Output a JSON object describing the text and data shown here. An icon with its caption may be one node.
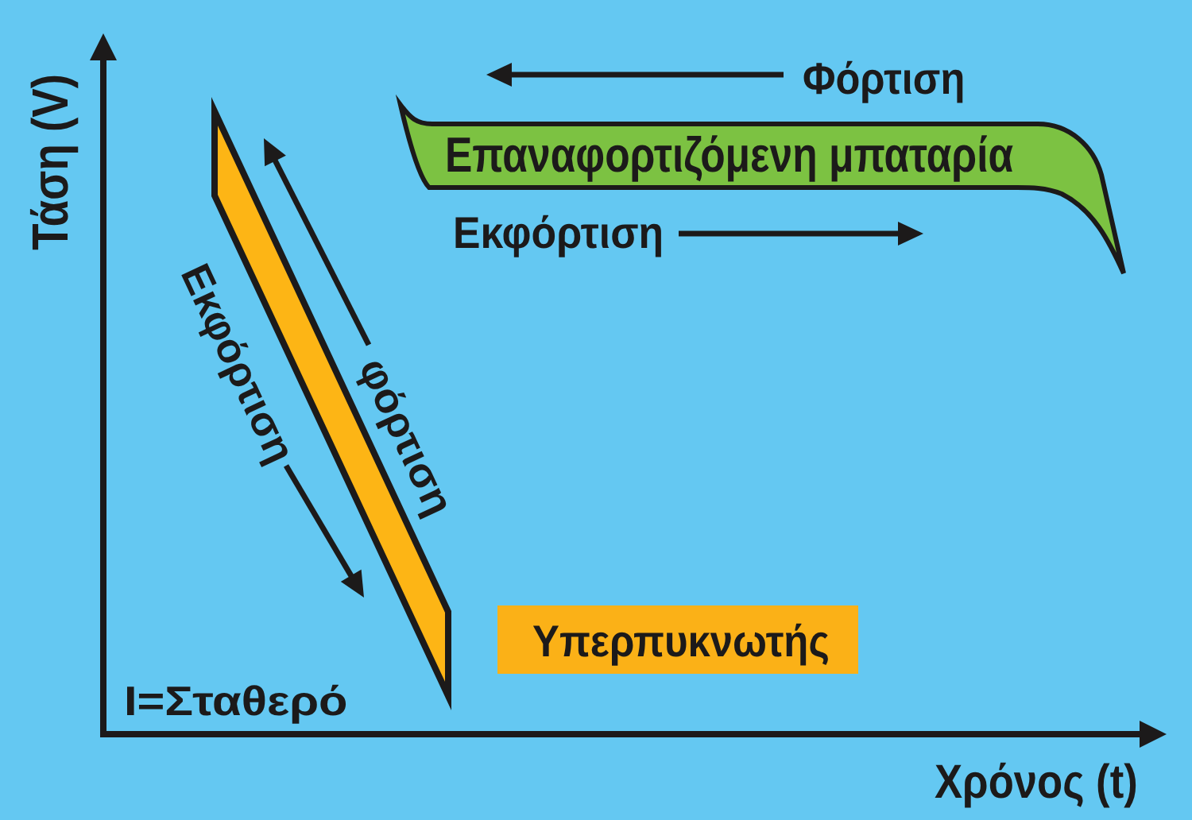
{
  "diagram": {
    "nodes": [
      {
        "text": [
          "Επαναφορτιζόμενη μπαταρία"
        ]
      },
      {
        "text": [],
        "shape": "parallelogram"
      },
      {
        "text": [
          "Υπερπυκνωτής"
        ]
      }
    ],
    "labels": [
      "Φόρτιση",
      "Τάση (V)",
      "Εκφόρτιση",
      "Εκφόρτιση",
      "φόρτιση",
      "I=Σταθερό",
      "Χρόνος (t)"
    ]
  }
}
